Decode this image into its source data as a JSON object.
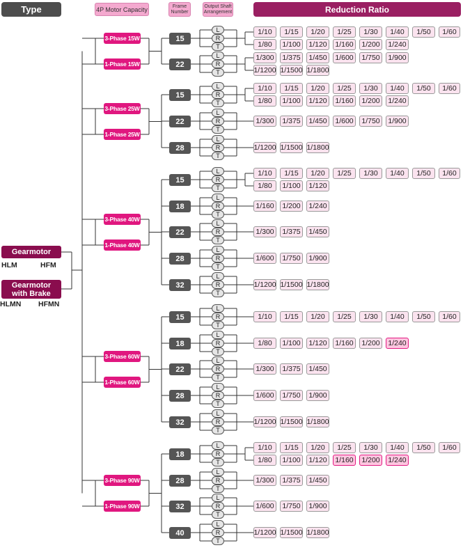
{
  "header": {
    "type": "Type",
    "motor": "4P Motor Capacity",
    "frame": [
      "Frame",
      "Number"
    ],
    "shaft": [
      "Output Shaft",
      "Arrangement"
    ],
    "ratio": "Reduction Ratio"
  },
  "gearmotor": {
    "label": "Gearmotor",
    "model_left": "HLM",
    "model_right": "HFM"
  },
  "gearmotor_brake": {
    "label_lines": [
      "Gearmotor",
      "with Brake"
    ],
    "model_left": "HLMN",
    "model_right": "HFMN"
  },
  "shaft_letters": [
    "L",
    "R",
    "T"
  ],
  "colors": {
    "accent": "#e0177f",
    "brand": "#8a0d4e",
    "header": "#9a1f62",
    "ratio_bg": "#fbe3ef",
    "highlight_border": "#e01a82"
  },
  "groups": [
    {
      "motors": [
        "3-Phase 15W",
        "1-Phase 15W"
      ],
      "frames": [
        {
          "frame": "15",
          "rows": [
            [
              "1/10",
              "1/15",
              "1/20",
              "1/25",
              "1/30",
              "1/40",
              "1/50",
              "1/60"
            ],
            [
              "1/80",
              "1/100",
              "1/120",
              "1/160",
              "1/200",
              "1/240"
            ]
          ],
          "highlight": []
        },
        {
          "frame": "22",
          "rows": [
            [
              "1/300",
              "1/375",
              "1/450",
              "1/600",
              "1/750",
              "1/900"
            ],
            [
              "1/1200",
              "1/1500",
              "1/1800"
            ]
          ],
          "highlight": []
        }
      ]
    },
    {
      "motors": [
        "3-Phase 25W",
        "1-Phase 25W"
      ],
      "frames": [
        {
          "frame": "15",
          "rows": [
            [
              "1/10",
              "1/15",
              "1/20",
              "1/25",
              "1/30",
              "1/40",
              "1/50",
              "1/60"
            ],
            [
              "1/80",
              "1/100",
              "1/120",
              "1/160",
              "1/200",
              "1/240"
            ]
          ],
          "highlight": []
        },
        {
          "frame": "22",
          "rows": [
            [
              "1/300",
              "1/375",
              "1/450",
              "1/600",
              "1/750",
              "1/900"
            ]
          ],
          "highlight": []
        },
        {
          "frame": "28",
          "rows": [
            [
              "1/1200",
              "1/1500",
              "1/1800"
            ]
          ],
          "highlight": []
        }
      ]
    },
    {
      "motors": [
        "3-Phase 40W",
        "1-Phase 40W"
      ],
      "frames": [
        {
          "frame": "15",
          "rows": [
            [
              "1/10",
              "1/15",
              "1/20",
              "1/25",
              "1/30",
              "1/40",
              "1/50",
              "1/60"
            ],
            [
              "1/80",
              "1/100",
              "1/120"
            ]
          ],
          "highlight": []
        },
        {
          "frame": "18",
          "rows": [
            [
              "1/160",
              "1/200",
              "1/240"
            ]
          ],
          "highlight": []
        },
        {
          "frame": "22",
          "rows": [
            [
              "1/300",
              "1/375",
              "1/450"
            ]
          ],
          "highlight": []
        },
        {
          "frame": "28",
          "rows": [
            [
              "1/600",
              "1/750",
              "1/900"
            ]
          ],
          "highlight": []
        },
        {
          "frame": "32",
          "rows": [
            [
              "1/1200",
              "1/1500",
              "1/1800"
            ]
          ],
          "highlight": []
        }
      ]
    },
    {
      "motors": [
        "3-Phase 60W",
        "1-Phase 60W"
      ],
      "frames": [
        {
          "frame": "15",
          "rows": [
            [
              "1/10",
              "1/15",
              "1/20",
              "1/25",
              "1/30",
              "1/40",
              "1/50",
              "1/60"
            ]
          ],
          "highlight": []
        },
        {
          "frame": "18",
          "rows": [
            [
              "1/80",
              "1/100",
              "1/120",
              "1/160",
              "1/200",
              "1/240"
            ]
          ],
          "highlight": [
            "1/240"
          ]
        },
        {
          "frame": "22",
          "rows": [
            [
              "1/300",
              "1/375",
              "1/450"
            ]
          ],
          "highlight": []
        },
        {
          "frame": "28",
          "rows": [
            [
              "1/600",
              "1/750",
              "1/900"
            ]
          ],
          "highlight": []
        },
        {
          "frame": "32",
          "rows": [
            [
              "1/1200",
              "1/1500",
              "1/1800"
            ]
          ],
          "highlight": []
        }
      ]
    },
    {
      "motors": [
        "3-Phase 90W",
        "1-Phase 90W"
      ],
      "frames": [
        {
          "frame": "18",
          "rows": [
            [
              "1/10",
              "1/15",
              "1/20",
              "1/25",
              "1/30",
              "1/40",
              "1/50",
              "1/60"
            ],
            [
              "1/80",
              "1/100",
              "1/120",
              "1/160",
              "1/200",
              "1/240"
            ]
          ],
          "highlight": [
            "1/160",
            "1/200",
            "1/240"
          ]
        },
        {
          "frame": "28",
          "rows": [
            [
              "1/300",
              "1/375",
              "1/450"
            ]
          ],
          "highlight": []
        },
        {
          "frame": "32",
          "rows": [
            [
              "1/600",
              "1/750",
              "1/900"
            ]
          ],
          "highlight": []
        },
        {
          "frame": "40",
          "rows": [
            [
              "1/1200",
              "1/1500",
              "1/1800"
            ]
          ],
          "highlight": []
        }
      ]
    }
  ]
}
